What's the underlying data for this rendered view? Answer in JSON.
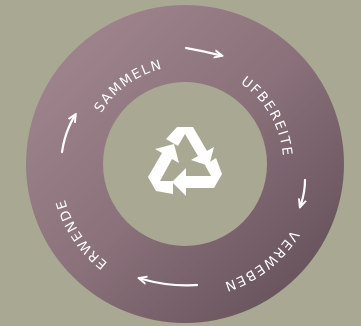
{
  "diagram": {
    "steps": [
      {
        "label": "SAMMELN"
      },
      {
        "label": "AUFBEREITEN"
      },
      {
        "label": "VERWEBEN"
      },
      {
        "label": "VERWENDEN"
      }
    ],
    "center_icon": "recycle-icon",
    "colors": {
      "background": "#a9a893",
      "ring_light": "#a0858d",
      "ring_dark": "#5e4a53",
      "inner_circle": "#a9a893",
      "text": "#ffffff"
    }
  }
}
